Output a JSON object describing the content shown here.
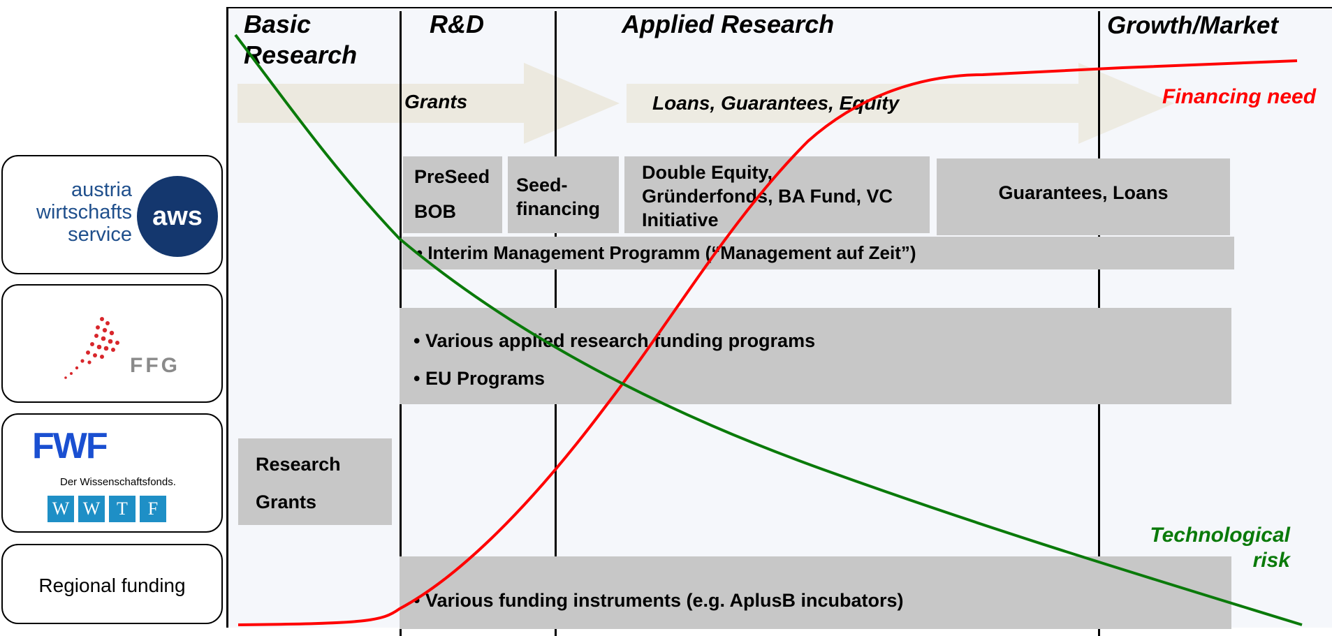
{
  "phases": {
    "basic": [
      "Basic",
      "Research"
    ],
    "rd": "R&D",
    "applied": "Applied Research",
    "growth": "Growth/Market"
  },
  "arrows": {
    "grants": "Grants",
    "loans": "Loans, Guarantees, Equity"
  },
  "curves": {
    "financing": {
      "label": "Financing need",
      "color": "#ff0000"
    },
    "risk": {
      "label_lines": [
        "Technological",
        "risk"
      ],
      "color": "#087a08"
    }
  },
  "boxes": {
    "preseed": [
      "PreSeed",
      "BOB"
    ],
    "seed": [
      "Seed-",
      "financing"
    ],
    "double_equity": [
      "Double Equity,",
      "Gründerfonds, BA Fund, VC",
      "Initiative"
    ],
    "guarantees_loans": "Guarantees, Loans",
    "interim": "• Interim Management Programm (“Management auf Zeit”)",
    "applied_programs": [
      "•  Various applied research funding programs",
      "• EU Programs"
    ],
    "research_grants": [
      "Research",
      "Grants"
    ],
    "regional_instruments": "• Various funding instruments (e.g. AplusB incubators)"
  },
  "organizations": {
    "aws": {
      "text": [
        "austria",
        "wirtschafts",
        "service"
      ],
      "badge": "aws",
      "badge_color": "#14376e",
      "text_color": "#1f4f8c"
    },
    "ffg": {
      "text": "FFG"
    },
    "fwf": {
      "logo": "FWF",
      "subtitle": "Der Wissenschaftsfonds.",
      "wwtf": [
        "W",
        "W",
        "T",
        "F"
      ],
      "wwtf_color": "#1e8fc6"
    },
    "regional": {
      "label": "Regional funding"
    }
  }
}
